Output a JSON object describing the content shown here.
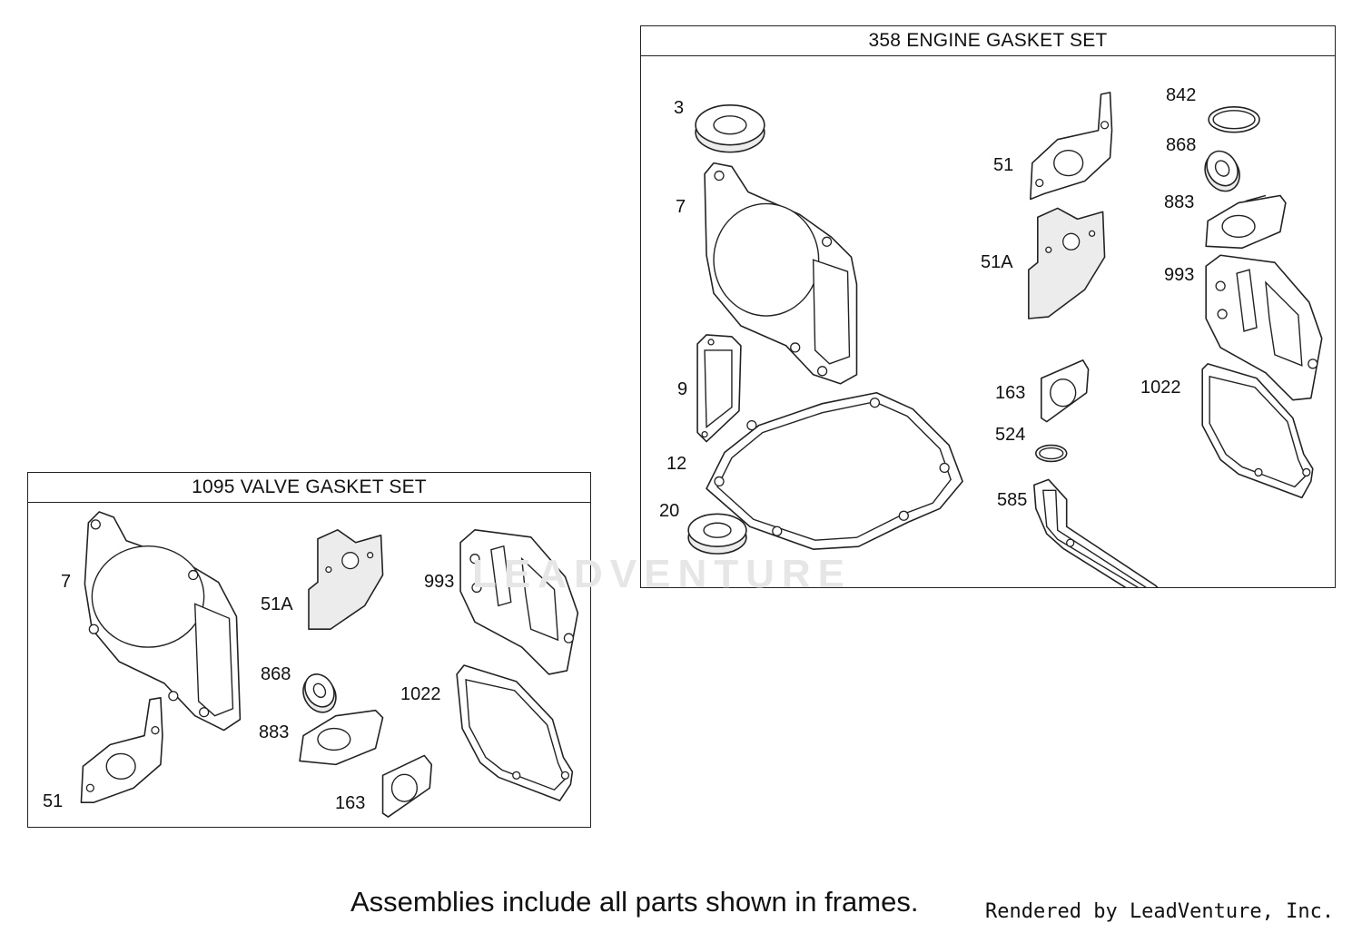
{
  "frames": {
    "engine": {
      "title": "358 ENGINE GASKET SET",
      "labels": [
        "3",
        "7",
        "9",
        "12",
        "20",
        "51",
        "51A",
        "163",
        "524",
        "585",
        "842",
        "868",
        "883",
        "993",
        "1022"
      ]
    },
    "valve": {
      "title": "1095 VALVE GASKET SET",
      "labels": [
        "7",
        "51A",
        "868",
        "883",
        "993",
        "1022",
        "51",
        "163"
      ]
    }
  },
  "watermark": "LEADVENTURE",
  "footer": {
    "note": "Assemblies include all parts shown in frames.",
    "rendered_by": "Rendered by LeadVenture, Inc."
  }
}
